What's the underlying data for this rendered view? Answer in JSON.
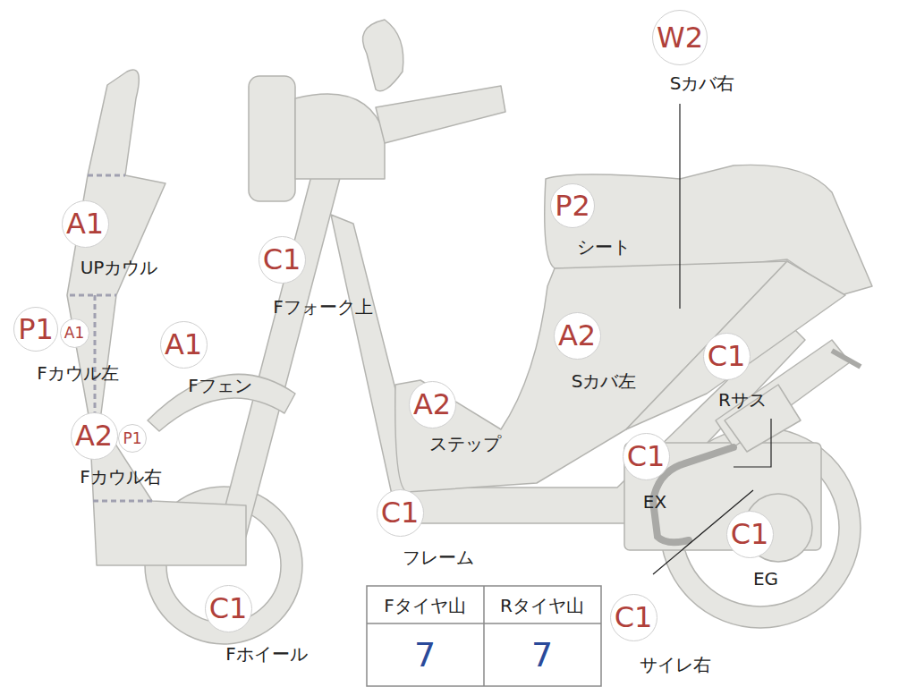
{
  "diagram": {
    "nodes": [
      {
        "text": [
          "A1",
          "UPカウル"
        ]
      },
      {
        "text": [
          "P1",
          "Fカウル左"
        ]
      },
      {
        "text": [
          "A1"
        ]
      },
      {
        "text": [
          "A2",
          "Fカウル右"
        ]
      },
      {
        "text": [
          "P1"
        ]
      },
      {
        "text": [
          "A1",
          "Fフェン"
        ]
      },
      {
        "text": [
          "C1",
          "Fフォーク上"
        ]
      },
      {
        "text": [
          "C1",
          "Fホイール"
        ]
      },
      {
        "text": [
          "W2",
          "Sカバ右"
        ]
      },
      {
        "text": [
          "P2",
          "シート"
        ]
      },
      {
        "text": [
          "A2",
          "Sカバ左"
        ]
      },
      {
        "text": [
          "A2",
          "ステップ"
        ]
      },
      {
        "text": [
          "C1",
          "フレーム"
        ]
      },
      {
        "text": [
          "C1",
          "Rサス"
        ]
      },
      {
        "text": [
          "C1",
          "EX"
        ]
      },
      {
        "text": [
          "C1",
          "EG"
        ]
      },
      {
        "text": [
          "C1",
          "サイレ右"
        ]
      }
    ],
    "labels": [
      "Fタイヤ山",
      "Rタイヤ山",
      "7",
      "7"
    ]
  }
}
